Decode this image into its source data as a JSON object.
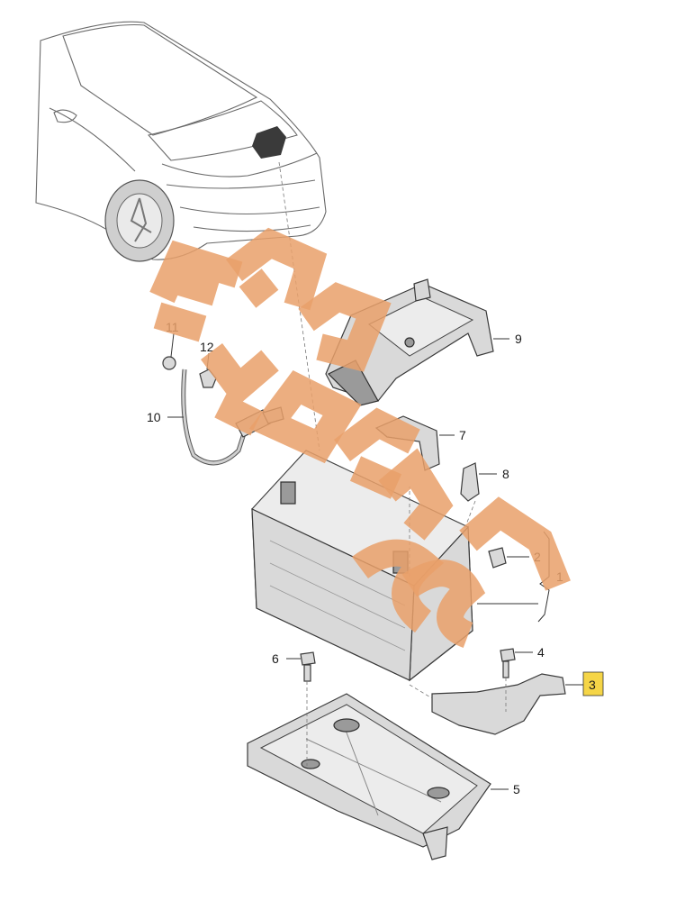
{
  "callouts": [
    {
      "id": "1",
      "label": "1"
    },
    {
      "id": "2",
      "label": "2"
    },
    {
      "id": "3",
      "label": "3",
      "highlighted": true
    },
    {
      "id": "4",
      "label": "4"
    },
    {
      "id": "5",
      "label": "5"
    },
    {
      "id": "6",
      "label": "6"
    },
    {
      "id": "7",
      "label": "7"
    },
    {
      "id": "8",
      "label": "8"
    },
    {
      "id": "9",
      "label": "9"
    },
    {
      "id": "10",
      "label": "10"
    },
    {
      "id": "11",
      "label": "11"
    },
    {
      "id": "12",
      "label": "12"
    }
  ],
  "colors": {
    "highlight_fill": "#f5d547",
    "watermark": "#e9a06a",
    "line": "#333333"
  },
  "icons": [
    "car-icon",
    "battery-icon",
    "battery-tray-icon",
    "battery-bracket-icon",
    "ground-cable-icon"
  ]
}
